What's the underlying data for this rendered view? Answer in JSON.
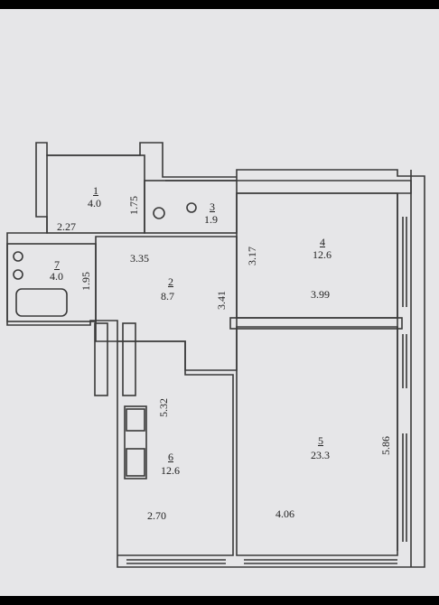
{
  "rooms": [
    {
      "number": "1",
      "area": "4.0"
    },
    {
      "number": "2",
      "area": "8.7"
    },
    {
      "number": "3",
      "area": "1.9"
    },
    {
      "number": "4",
      "area": "12.6"
    },
    {
      "number": "5",
      "area": "23.3"
    },
    {
      "number": "6",
      "area": "12.6"
    },
    {
      "number": "7",
      "area": "4.0"
    }
  ],
  "dimensions": {
    "d_1_75": "1.75",
    "d_2_27": "2.27",
    "d_3_35": "3.35",
    "d_3_17": "3.17",
    "d_1_95": "1.95",
    "d_3_41": "3.41",
    "d_3_99": "3.99",
    "d_5_32": "5.32",
    "d_5_86": "5.86",
    "d_2_70": "2.70",
    "d_4_06": "4.06"
  },
  "colors": {
    "background": "#e6e6e8",
    "wall": "#3a3a3a",
    "text": "#222222"
  }
}
